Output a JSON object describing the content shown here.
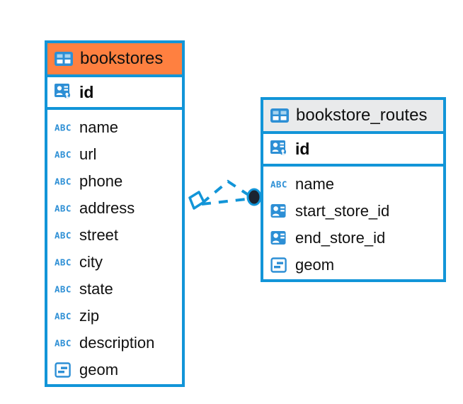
{
  "diagram": {
    "type": "entity-relationship-diagram",
    "background": "#ffffff",
    "accent_color": "#1295d8",
    "selected_header_color": "#ff8040",
    "header_color": "#e9eaeb",
    "text_color": "#101010"
  },
  "entities": [
    {
      "name": "bookstores",
      "header_style": "accent",
      "header_icon": "table-icon",
      "primary_key": {
        "label": "id",
        "icon": "primary-key-icon"
      },
      "fields": [
        {
          "label": "name",
          "icon": "text-abc-icon"
        },
        {
          "label": "url",
          "icon": "text-abc-icon"
        },
        {
          "label": "phone",
          "icon": "text-abc-icon"
        },
        {
          "label": "address",
          "icon": "text-abc-icon"
        },
        {
          "label": "street",
          "icon": "text-abc-icon"
        },
        {
          "label": "city",
          "icon": "text-abc-icon"
        },
        {
          "label": "state",
          "icon": "text-abc-icon"
        },
        {
          "label": "zip",
          "icon": "text-abc-icon"
        },
        {
          "label": "description",
          "icon": "text-abc-icon"
        },
        {
          "label": "geom",
          "icon": "geometry-icon"
        }
      ]
    },
    {
      "name": "bookstore_routes",
      "header_style": "plain",
      "header_icon": "table-icon",
      "primary_key": {
        "label": "id",
        "icon": "primary-key-icon"
      },
      "fields": [
        {
          "label": "name",
          "icon": "text-abc-icon"
        },
        {
          "label": "start_store_id",
          "icon": "foreign-key-icon"
        },
        {
          "label": "end_store_id",
          "icon": "foreign-key-icon"
        },
        {
          "label": "geom",
          "icon": "geometry-icon"
        }
      ]
    }
  ],
  "relationship": {
    "from": "bookstores",
    "to": "bookstore_routes",
    "line_style": "dashed",
    "color": "#1295d8",
    "source_marker": "open-diamond",
    "target_marker": "filled-circle",
    "target_marker_color": "#1b2430"
  }
}
